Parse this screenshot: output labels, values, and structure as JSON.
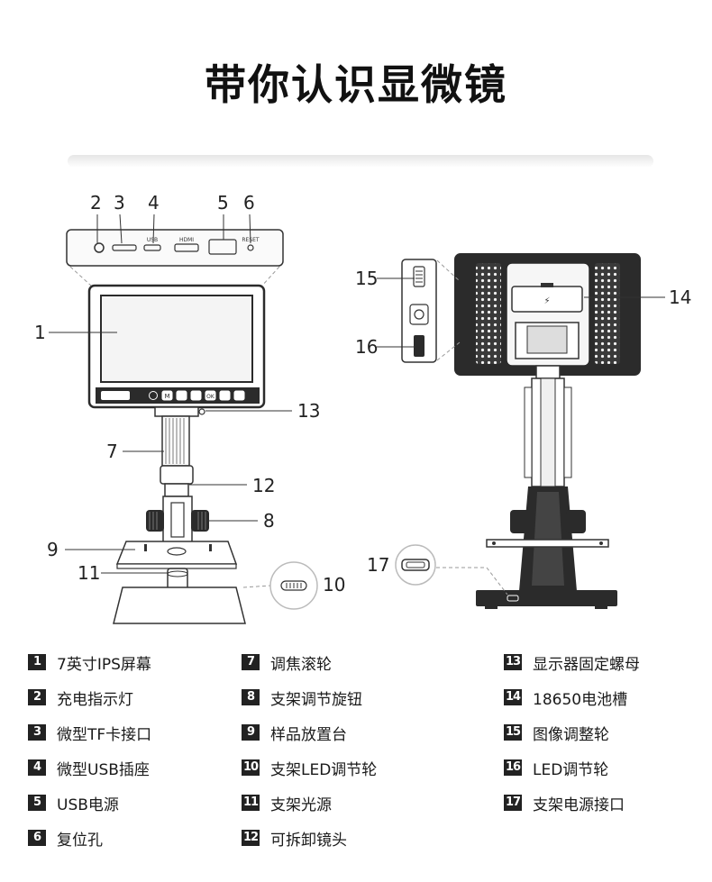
{
  "title": "带你认识显微镜",
  "callouts": {
    "c1": "1",
    "c2": "2",
    "c3": "3",
    "c4": "4",
    "c5": "5",
    "c6": "6",
    "c7": "7",
    "c8": "8",
    "c9": "9",
    "c10": "10",
    "c11": "11",
    "c12": "12",
    "c13": "13",
    "c14": "14",
    "c15": "15",
    "c16": "16",
    "c17": "17"
  },
  "panel_labels": {
    "usb": "USB",
    "hdmi": "HDMI",
    "reset": "RESET"
  },
  "button_labels": [
    "M",
    "OK"
  ],
  "legend": [
    {
      "num": "1",
      "text": "7英寸IPS屏幕"
    },
    {
      "num": "2",
      "text": "充电指示灯"
    },
    {
      "num": "3",
      "text": "微型TF卡接口"
    },
    {
      "num": "4",
      "text": "微型USB插座"
    },
    {
      "num": "5",
      "text": "USB电源"
    },
    {
      "num": "6",
      "text": "复位孔"
    },
    {
      "num": "7",
      "text": "调焦滚轮"
    },
    {
      "num": "8",
      "text": "支架调节旋钮"
    },
    {
      "num": "9",
      "text": "样品放置台"
    },
    {
      "num": "10",
      "text": "支架LED调节轮"
    },
    {
      "num": "11",
      "text": "支架光源"
    },
    {
      "num": "12",
      "text": "可拆卸镜头"
    },
    {
      "num": "13",
      "text": "显示器固定螺母"
    },
    {
      "num": "14",
      "text": "18650电池槽"
    },
    {
      "num": "15",
      "text": "图像调整轮"
    },
    {
      "num": "16",
      "text": "LED调节轮"
    },
    {
      "num": "17",
      "text": "支架电源接口"
    }
  ],
  "colors": {
    "line": "#333333",
    "dash": "#999999",
    "body": "#2b2b2b",
    "screen": "#f4f4f4",
    "badge": "#222222"
  }
}
